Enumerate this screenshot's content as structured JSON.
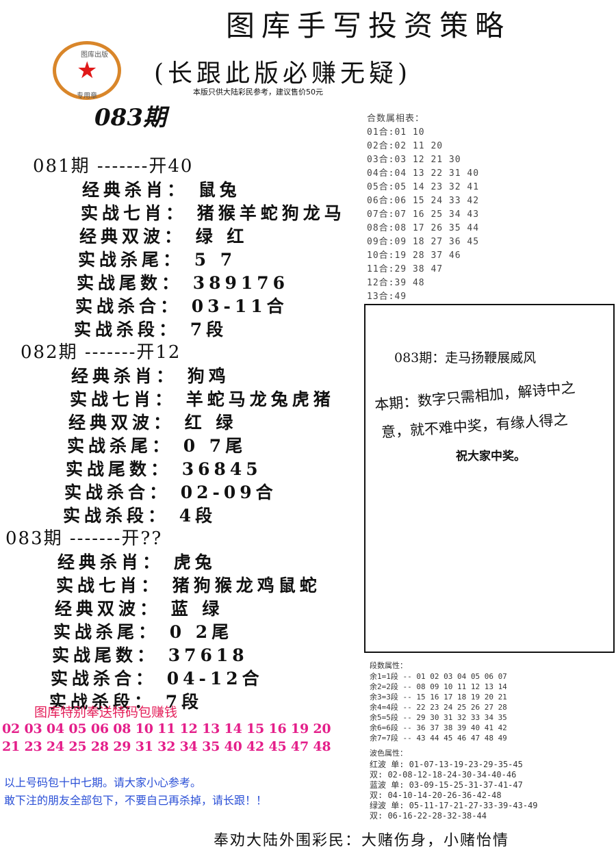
{
  "header": {
    "title": "图库手写投资策略",
    "subtitle": "(长跟此版必赚无疑)",
    "note": "本版只供大陆彩民参考，建议售价50元",
    "stamp_top": "图库出版",
    "stamp_bottom": "专用章",
    "issue": "083期"
  },
  "periods": [
    {
      "head": "081期 -------开40",
      "lines": [
        "经典杀肖：  鼠兔",
        "实战七肖：  猪猴羊蛇狗龙马",
        "经典双波：  绿 红",
        "实战杀尾：  5 7",
        "实战尾数：  389176",
        "实战杀合：  03-11合",
        "实战杀段：  7段"
      ]
    },
    {
      "head": "082期 -------开12",
      "lines": [
        "经典杀肖：  狗鸡",
        "实战七肖：  羊蛇马龙兔虎猪",
        "经典双波：   红  绿",
        "实战杀尾：  0 7尾",
        "实战尾数：  36845",
        "实战杀合：  02-09合",
        "实战杀段：  4段"
      ]
    },
    {
      "head": "083期 -------开??",
      "lines": [
        "经典杀肖：  虎兔",
        "实战七肖：  猪狗猴龙鸡鼠蛇",
        "经典双波：  蓝  绿",
        "实战杀尾：  0 2尾",
        "实战尾数：  37618",
        "实战杀合：  04-12合",
        "实战杀段：  7段"
      ]
    }
  ],
  "he_table": {
    "title": "合数属相表：",
    "rows": [
      "01合:01 10",
      "02合:02 11 20",
      "03合:03 12 21 30",
      "04合:04 13 22 31 40",
      "05合:05 14 23 32 41",
      "06合:06 15 24 33 42",
      "07合:07 16 25 34 43",
      "08合:08 17 26 35 44",
      "09合:09 18 27 36 45",
      "10合:19 28 37 46",
      "11合:29 38 47",
      "12合:39 48",
      "13合:49"
    ]
  },
  "poem": {
    "line1": "083期：走马扬鞭展威风",
    "line2": "本期：数字只需相加，解诗中之",
    "line3": "意，就不难中奖，有缘人得之",
    "line4": "祝大家中奖。"
  },
  "promo": {
    "title": "图库特别奉送特码包赚钱",
    "nums1": "02 03 04 05 06 08 10 11 12 13 14 15 16 19 20",
    "nums2": "21 23 24 25 28 29 31 32 34 35 40 42 45 47 48",
    "note1": "以上号码包十中七期。请大家小心参考。",
    "note2": "敢下注的朋友全部包下，不要自己再杀掉，请长跟！！"
  },
  "segments": {
    "title": "段数属性：",
    "rows": [
      "余1=1段 -- 01 02 03 04 05 06 07",
      "余2=2段 -- 08 09 10 11 12 13 14",
      "余3=3段 -- 15 16 17 18 19 20 21",
      "余4=4段 -- 22 23 24 25 26 27 28",
      "余5=5段 -- 29 30 31 32 33 34 35",
      "余6=6段 -- 36 37 38 39 40 41 42",
      "余7=7段 -- 43 44 45 46 47 48 49"
    ]
  },
  "waves": {
    "title": "波色属性：",
    "rows": [
      "红波   单: 01-07-13-19-23-29-35-45",
      "       双: 02-08-12-18-24-30-34-40-46",
      "蓝波   单: 03-09-15-25-31-37-41-47",
      "       双: 04-10-14-20-26-36-42-48",
      "绿波   单: 05-11-17-21-27-33-39-43-49",
      "       双: 06-16-22-28-32-38-44"
    ]
  },
  "footer": "奉劝大陆外围彩民：大赌伤身，小赌怡情"
}
